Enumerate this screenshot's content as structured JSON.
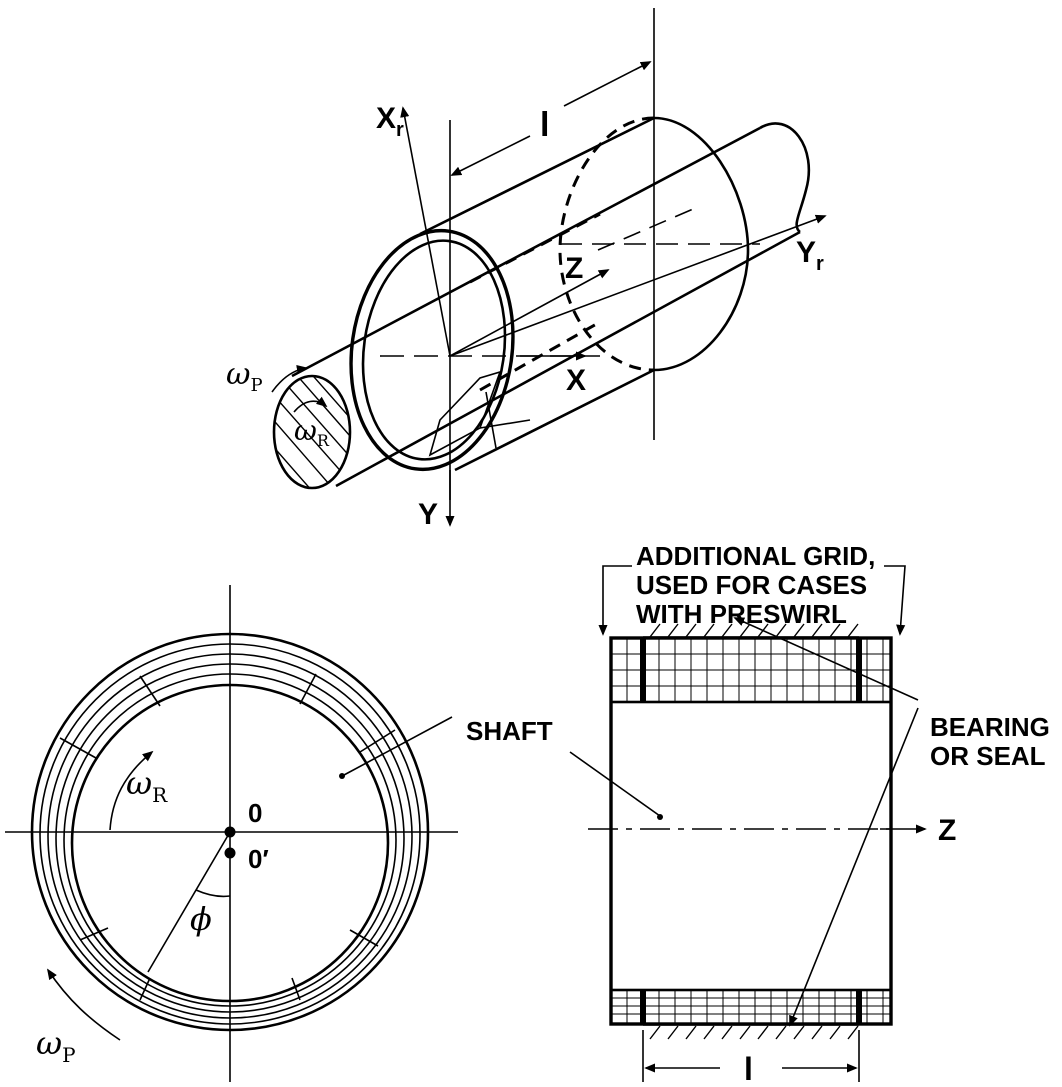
{
  "labels": {
    "xr": "X",
    "xr_sub": "r",
    "l_top": "l",
    "z_top": "Z",
    "yr": "Y",
    "yr_sub": "r",
    "x": "X",
    "y": "Y",
    "omega_p_top": "ω",
    "omega_p_top_sub": "P",
    "omega_r_top": "ω",
    "omega_r_top_sub": "R",
    "omega_r_left": "ω",
    "omega_r_left_sub": "R",
    "omega_p_left": "ω",
    "omega_p_left_sub": "P",
    "origin_o": "0",
    "origin_o_prime": "0′",
    "phi": "ϕ",
    "shaft": "SHAFT",
    "grid_line1": "ADDITIONAL GRID,",
    "grid_line2": "USED FOR CASES",
    "grid_line3": "WITH PRESWIRL",
    "bearing_line1": "BEARING",
    "bearing_line2": "OR SEAL",
    "z_right": "Z",
    "l_bottom": "l"
  }
}
